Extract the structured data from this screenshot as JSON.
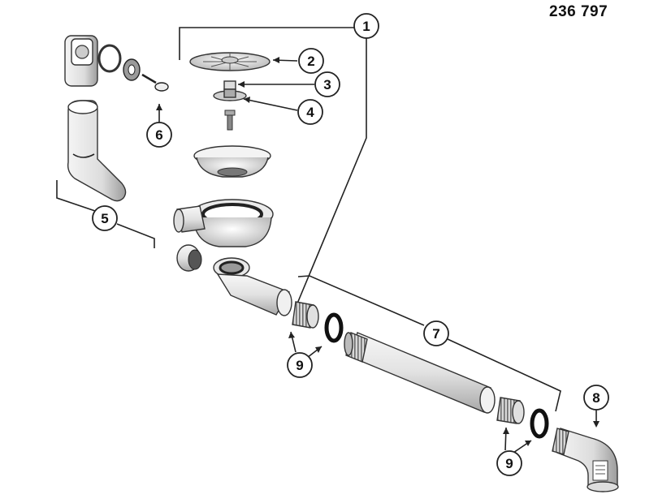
{
  "part_number": "236 797",
  "callouts": [
    {
      "id": "1",
      "label": "1"
    },
    {
      "id": "2",
      "label": "2"
    },
    {
      "id": "3",
      "label": "3"
    },
    {
      "id": "4",
      "label": "4"
    },
    {
      "id": "5",
      "label": "5"
    },
    {
      "id": "6",
      "label": "6"
    },
    {
      "id": "7",
      "label": "7"
    },
    {
      "id": "8",
      "label": "8"
    },
    {
      "id": "9a",
      "label": "9"
    },
    {
      "id": "9b",
      "label": "9"
    }
  ],
  "colors": {
    "line": "#222222",
    "part_fill": "#e6e6e6",
    "shadow": "#9a9a9a",
    "dark": "#1a1a1a"
  }
}
